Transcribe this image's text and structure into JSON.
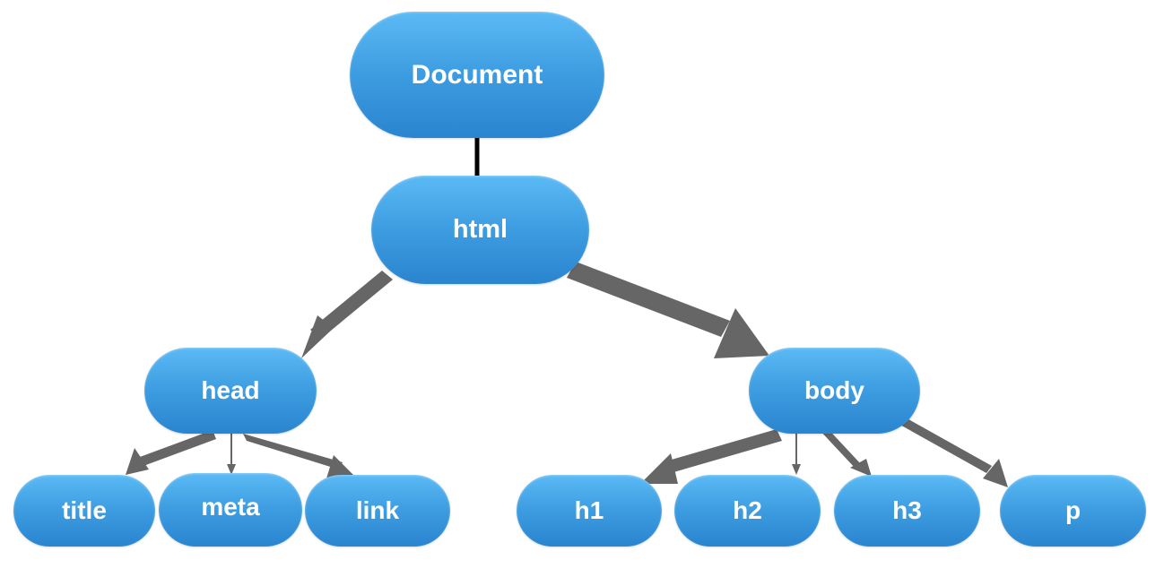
{
  "nodes": {
    "document": "Document",
    "html": "html",
    "head": "head",
    "body": "body",
    "title": "title",
    "meta": "meta",
    "link": "link",
    "h1": "h1",
    "h2": "h2",
    "h3": "h3",
    "p": "p"
  },
  "colors": {
    "node_top": "#5bbaf5",
    "node_bottom": "#2a84cf",
    "node_text": "#ffffff",
    "arrow": "#666666",
    "connector": "#000000"
  }
}
